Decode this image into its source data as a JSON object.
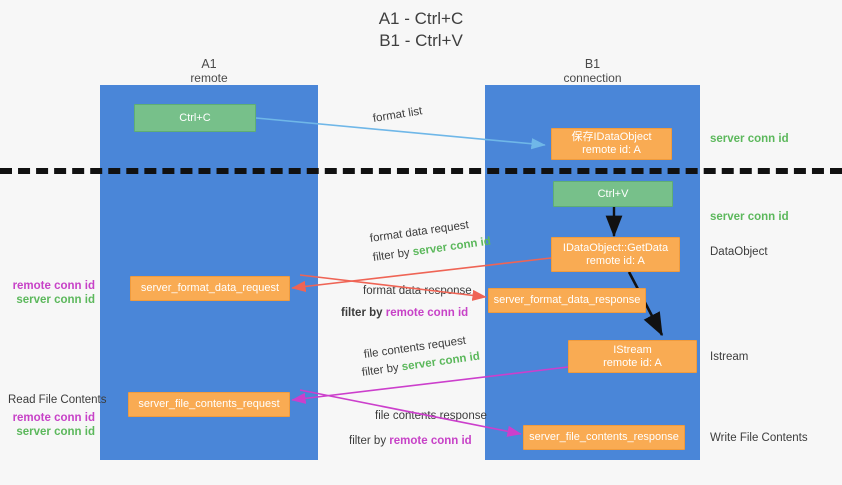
{
  "title": {
    "line1": "A1 - Ctrl+C",
    "line2": "B1 - Ctrl+V"
  },
  "columns": [
    {
      "name": "A1",
      "sub": "remote"
    },
    {
      "name": "B1",
      "sub": "connection"
    }
  ],
  "boxes": {
    "ctrl_c": {
      "line1": "Ctrl+C",
      "line2": ""
    },
    "ctrl_v": {
      "line1": "Ctrl+V",
      "line2": ""
    },
    "save_idataobject": {
      "line1": "保存IDataObject",
      "line2": "remote id: A"
    },
    "getdata": {
      "line1": "IDataObject::GetData",
      "line2": "remote id: A"
    },
    "istream": {
      "line1": "IStream",
      "line2": "remote id: A"
    },
    "server_format_data_request": {
      "line1": "server_format_data_request",
      "line2": ""
    },
    "server_format_data_response": {
      "line1": "server_format_data_response",
      "line2": ""
    },
    "server_file_contents_request": {
      "line1": "server_file_contents_request",
      "line2": ""
    },
    "server_file_contents_response": {
      "line1": "server_file_contents_response",
      "line2": ""
    }
  },
  "edge_labels": {
    "format_list": "format list",
    "format_data_request": "format data request",
    "format_data_response": "format data response",
    "file_contents_request": "file contents request",
    "file_contents_response": "file contents response",
    "filter_by": "filter by",
    "server_conn_id": "server conn id",
    "remote_conn_id": "remote conn id"
  },
  "right_labels": {
    "server_conn_id_1": "server conn id",
    "server_conn_id_2": "server conn id",
    "dataobject": "DataObject",
    "istream": "Istream",
    "write_file_contents": "Write File Contents"
  },
  "left_labels": {
    "remote_conn_id_1": "remote conn id",
    "server_conn_id_1": "server conn id",
    "read_file_contents": "Read File Contents",
    "remote_conn_id_2": "remote conn id",
    "server_conn_id_2": "server conn id"
  },
  "colors": {
    "lane": "#4a86d8",
    "green_box": "#77c08a",
    "orange_box": "#f9ab53",
    "server_conn_text": "#5cb85c",
    "remote_conn_text": "#c742c7",
    "arrow_format_list": "#6fb7e8",
    "arrow_format_data": "#ef6455",
    "arrow_file_contents": "#cc3fcc",
    "arrow_flow": "#111111",
    "background": "#f7f7f7",
    "separator": "#111111"
  }
}
